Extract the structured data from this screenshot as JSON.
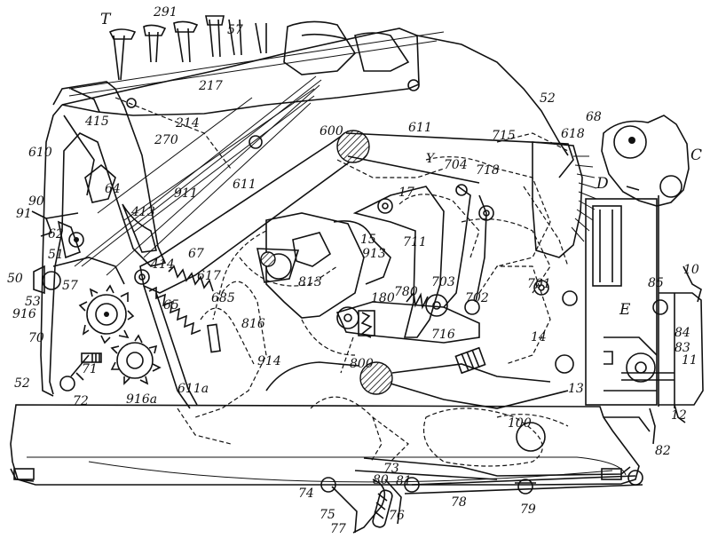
{
  "figure": {
    "labels": [
      {
        "id": "T",
        "text": "T"
      },
      {
        "id": "291",
        "text": "291"
      },
      {
        "id": "57",
        "text": "57"
      },
      {
        "id": "52-top",
        "text": "52"
      },
      {
        "id": "68",
        "text": "68"
      },
      {
        "id": "C",
        "text": "C"
      },
      {
        "id": "217",
        "text": "217"
      },
      {
        "id": "415",
        "text": "415"
      },
      {
        "id": "214",
        "text": "214"
      },
      {
        "id": "600",
        "text": "600"
      },
      {
        "id": "611-top",
        "text": "611"
      },
      {
        "id": "715",
        "text": "715"
      },
      {
        "id": "618",
        "text": "618"
      },
      {
        "id": "610",
        "text": "610"
      },
      {
        "id": "270",
        "text": "270"
      },
      {
        "id": "Y",
        "text": "Y"
      },
      {
        "id": "704",
        "text": "704"
      },
      {
        "id": "718",
        "text": "718"
      },
      {
        "id": "D",
        "text": "D"
      },
      {
        "id": "64",
        "text": "64"
      },
      {
        "id": "911",
        "text": "911"
      },
      {
        "id": "611-mid",
        "text": "611"
      },
      {
        "id": "17",
        "text": "17"
      },
      {
        "id": "90",
        "text": "90"
      },
      {
        "id": "91",
        "text": "91"
      },
      {
        "id": "413",
        "text": "413"
      },
      {
        "id": "62",
        "text": "62"
      },
      {
        "id": "15",
        "text": "15"
      },
      {
        "id": "711",
        "text": "711"
      },
      {
        "id": "51",
        "text": "51"
      },
      {
        "id": "67",
        "text": "67"
      },
      {
        "id": "913",
        "text": "913"
      },
      {
        "id": "414",
        "text": "414"
      },
      {
        "id": "617",
        "text": "617"
      },
      {
        "id": "50",
        "text": "50"
      },
      {
        "id": "57-left",
        "text": "57"
      },
      {
        "id": "685",
        "text": "685"
      },
      {
        "id": "813",
        "text": "813"
      },
      {
        "id": "703",
        "text": "703"
      },
      {
        "id": "702",
        "text": "702"
      },
      {
        "id": "701",
        "text": "701"
      },
      {
        "id": "85",
        "text": "85"
      },
      {
        "id": "10",
        "text": "10"
      },
      {
        "id": "53",
        "text": "53"
      },
      {
        "id": "65",
        "text": "65"
      },
      {
        "id": "180",
        "text": "180"
      },
      {
        "id": "780",
        "text": "780"
      },
      {
        "id": "916",
        "text": "916"
      },
      {
        "id": "816",
        "text": "816"
      },
      {
        "id": "E",
        "text": "E"
      },
      {
        "id": "70",
        "text": "70"
      },
      {
        "id": "716",
        "text": "716"
      },
      {
        "id": "14",
        "text": "14"
      },
      {
        "id": "84",
        "text": "84"
      },
      {
        "id": "83",
        "text": "83"
      },
      {
        "id": "71",
        "text": "71"
      },
      {
        "id": "914",
        "text": "914"
      },
      {
        "id": "800",
        "text": "800"
      },
      {
        "id": "11",
        "text": "11"
      },
      {
        "id": "52-left",
        "text": "52"
      },
      {
        "id": "611a",
        "text": "611a"
      },
      {
        "id": "13",
        "text": "13"
      },
      {
        "id": "72",
        "text": "72"
      },
      {
        "id": "916a",
        "text": "916a"
      },
      {
        "id": "12",
        "text": "12"
      },
      {
        "id": "100",
        "text": "100"
      },
      {
        "id": "82",
        "text": "82"
      },
      {
        "id": "73",
        "text": "73"
      },
      {
        "id": "80",
        "text": "80"
      },
      {
        "id": "81",
        "text": "81"
      },
      {
        "id": "74",
        "text": "74"
      },
      {
        "id": "78",
        "text": "78"
      },
      {
        "id": "79",
        "text": "79"
      },
      {
        "id": "75",
        "text": "75"
      },
      {
        "id": "76",
        "text": "76"
      },
      {
        "id": "77",
        "text": "77"
      }
    ]
  }
}
